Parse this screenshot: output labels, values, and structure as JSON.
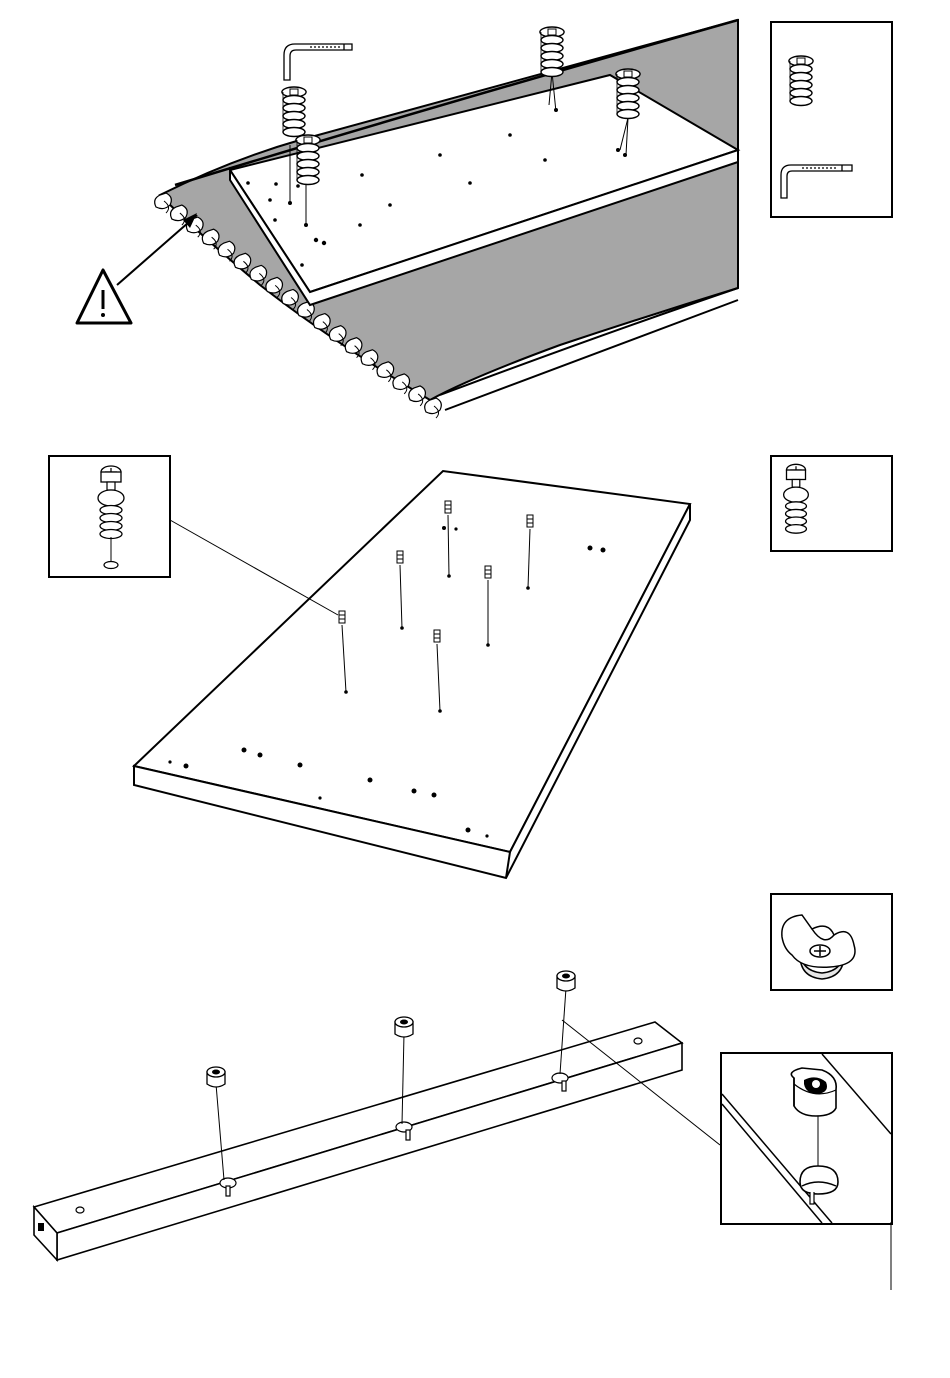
{
  "page": {
    "kind": "assembly-instruction-sheet",
    "background": "#ffffff",
    "line_color": "#000000",
    "rug_color": "#a6a6a6",
    "floor_shade_color": "#d9d9d9"
  },
  "steps": [
    {
      "name": "step-1-insert-threaded-bushings-on-rug",
      "warning_icon": "warning-triangle-icon",
      "parts_icons": [
        "threaded-insert-icon",
        "allen-key-icon"
      ],
      "inserts_shown": 4
    },
    {
      "name": "step-2-insert-cam-bolts-into-panel",
      "parts_icons": [
        "cam-bolt-with-insert-icon"
      ],
      "cam_bolts_shown": 6
    },
    {
      "name": "step-3-insert-cam-locks-into-rail",
      "parts_icons": [
        "cam-lock-icon"
      ],
      "cam_locks_shown": 3
    }
  ]
}
